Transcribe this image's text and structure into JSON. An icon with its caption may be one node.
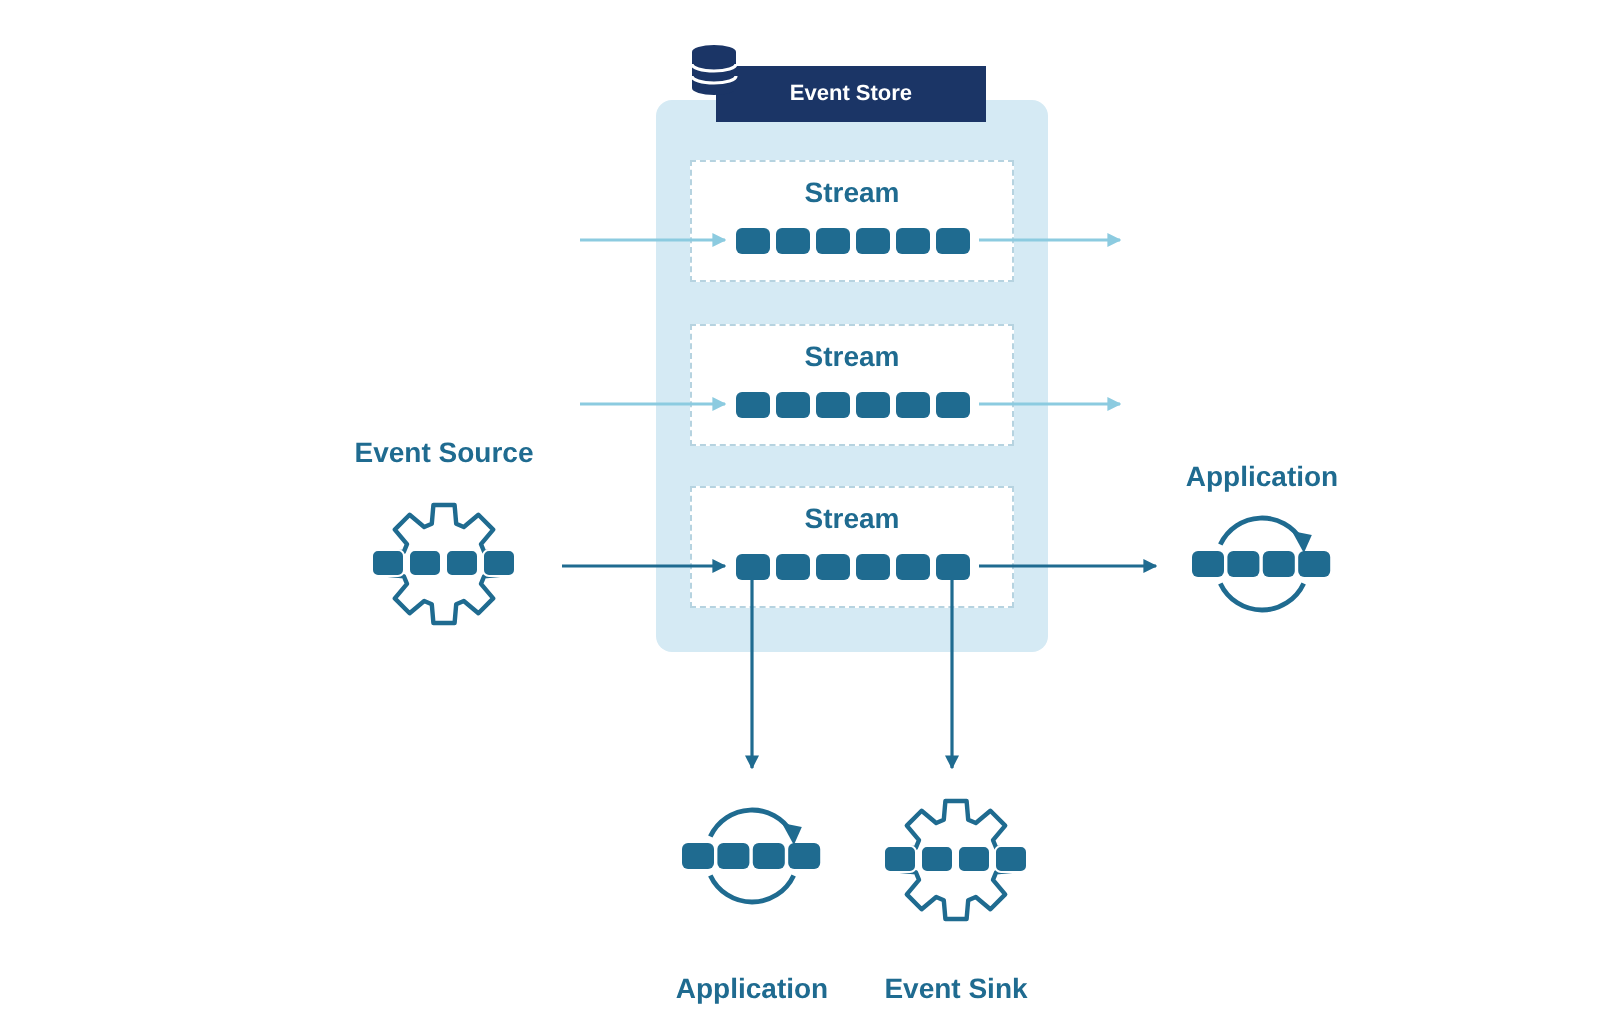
{
  "diagram": {
    "nodes": [
      {
        "text": [
          "Event Store"
        ]
      },
      {
        "text": [
          "Stream"
        ],
        "in": 0
      },
      {
        "text": [
          "Stream"
        ],
        "in": 0
      },
      {
        "text": [
          "Stream"
        ],
        "in": 0
      },
      {
        "text": [
          "Event Source"
        ]
      },
      {
        "text": [
          "Application"
        ]
      },
      {
        "text": [
          "Application"
        ]
      },
      {
        "text": [
          "Event Sink"
        ]
      }
    ],
    "edges": [
      {
        "from": null,
        "to": 1,
        "arrow": "to",
        "color": "#8ccbe0"
      },
      {
        "from": 1,
        "to": null,
        "arrow": "to",
        "color": "#8ccbe0"
      },
      {
        "from": null,
        "to": 2,
        "arrow": "to",
        "color": "#8ccbe0"
      },
      {
        "from": 2,
        "to": null,
        "arrow": "to",
        "color": "#8ccbe0"
      },
      {
        "from": 4,
        "to": 3,
        "arrow": "to",
        "color": "#1f6b90"
      },
      {
        "from": 3,
        "to": 5,
        "arrow": "to",
        "color": "#1f6b90"
      },
      {
        "from": 3,
        "to": 6,
        "arrow": "to",
        "color": "#1f6b90"
      },
      {
        "from": 3,
        "to": 7,
        "arrow": "to",
        "color": "#1f6b90"
      }
    ]
  }
}
